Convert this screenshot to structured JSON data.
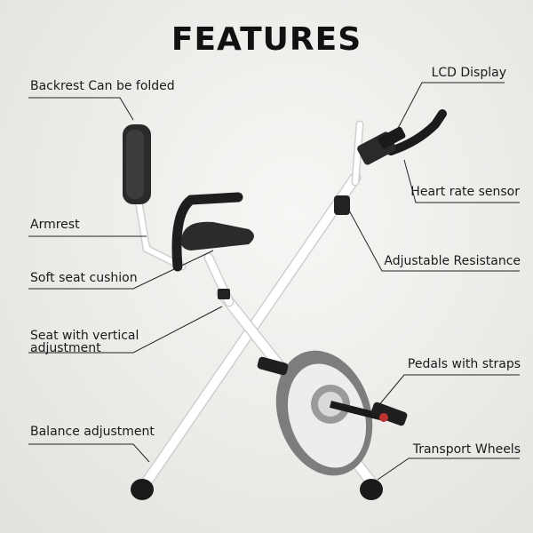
{
  "title": "FEATURES",
  "features": {
    "backrest": "Backrest Can be folded",
    "armrest": "Armrest",
    "seat_cushion": "Soft seat cushion",
    "seat_adjust_line1": "Seat with vertical",
    "seat_adjust_line2": "adjustment",
    "balance": "Balance adjustment",
    "lcd": "LCD Display",
    "heart_rate": "Heart rate sensor",
    "resistance": "Adjustable Resistance",
    "pedals": "Pedals with straps",
    "wheels": "Transport Wheels"
  }
}
